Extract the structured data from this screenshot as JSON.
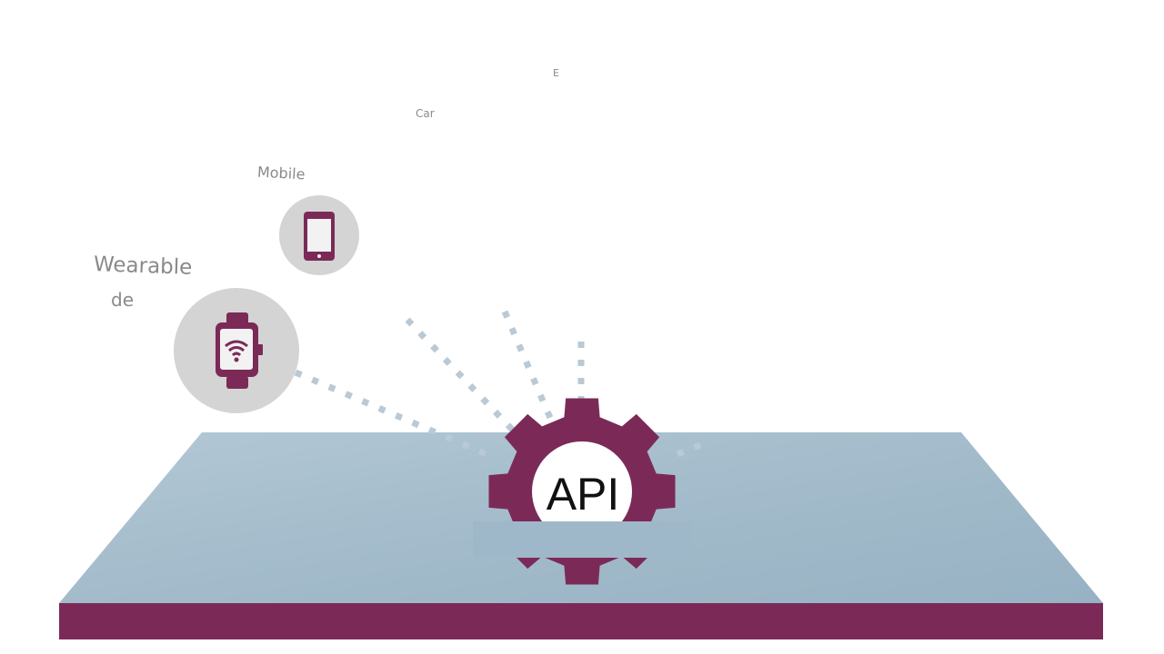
{
  "api_hub": {
    "label": "API",
    "gear_color": "#7b2a57"
  },
  "devices": [
    {
      "id": "wearable",
      "label_line1": "Wearable",
      "label_line2": "de",
      "icon": "smartwatch-wifi-icon"
    },
    {
      "id": "mobile",
      "label": "Mobile",
      "icon": "smartphone-icon"
    },
    {
      "id": "car",
      "label": "Car"
    },
    {
      "id": "e",
      "label": "E"
    }
  ],
  "colors": {
    "platform_top": "#9db6c7",
    "platform_base": "#7b2a57",
    "device_circle": "#d4d4d4",
    "connector": "#b9c9d6",
    "label": "#8a8a8a"
  }
}
